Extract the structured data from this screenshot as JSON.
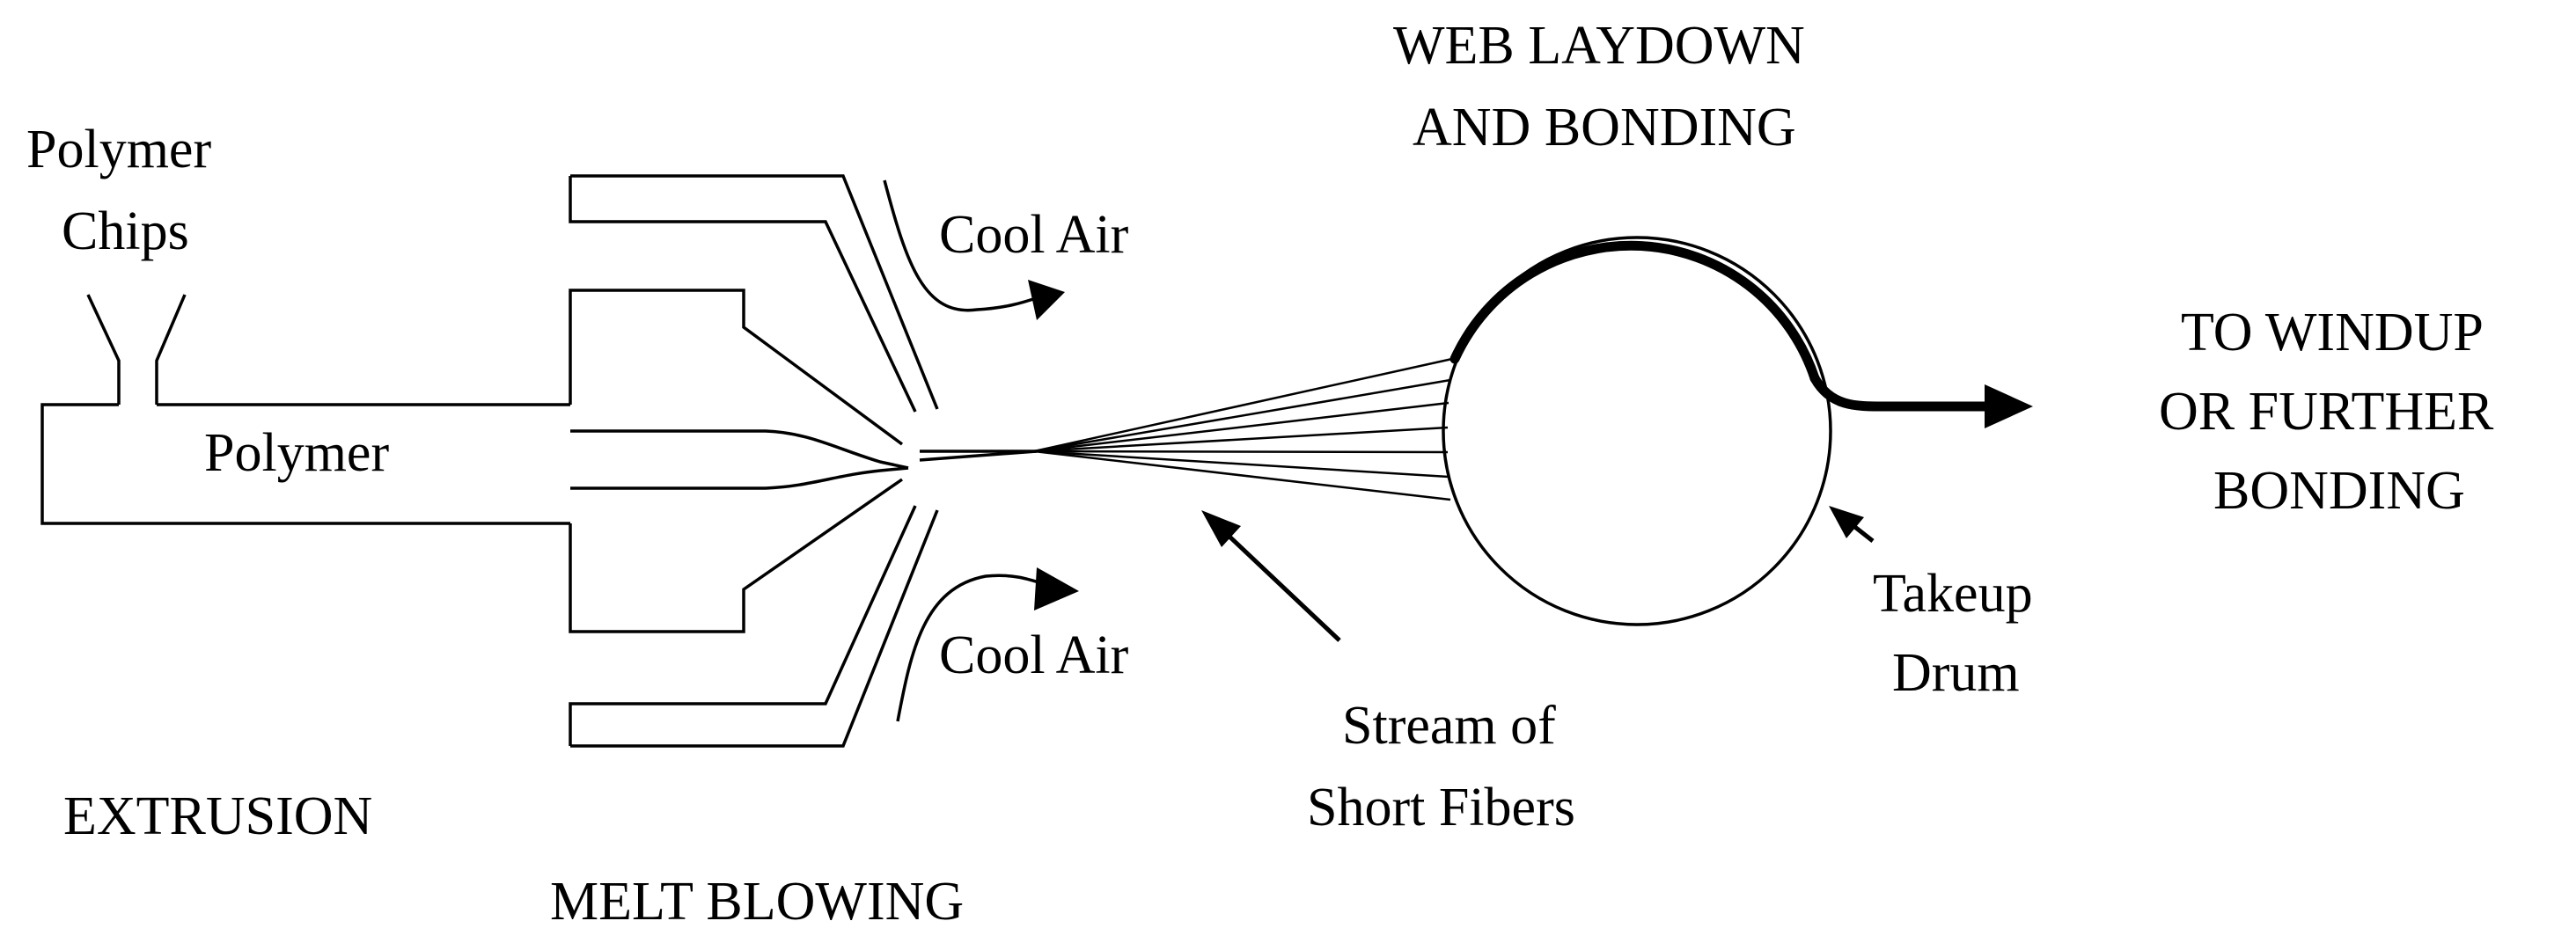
{
  "labels": {
    "polymer_chips_line1": "Polymer",
    "polymer_chips_line2": "Chips",
    "polymer": "Polymer",
    "cool_air_top": "Cool Air",
    "cool_air_bottom": "Cool Air",
    "web_laydown_line1": "WEB LAYDOWN",
    "web_laydown_line2": "AND BONDING",
    "to_windup_line1": "TO WINDUP",
    "to_windup_line2": "OR FURTHER",
    "to_windup_line3": "BONDING",
    "takeup_drum_line1": "Takeup",
    "takeup_drum_line2": "Drum",
    "stream_line1": "Stream of",
    "stream_line2": "Short Fibers",
    "extrusion": "EXTRUSION",
    "melt_blowing": "MELT BLOWING"
  },
  "colors": {
    "line": "#000000",
    "background": "#ffffff"
  }
}
